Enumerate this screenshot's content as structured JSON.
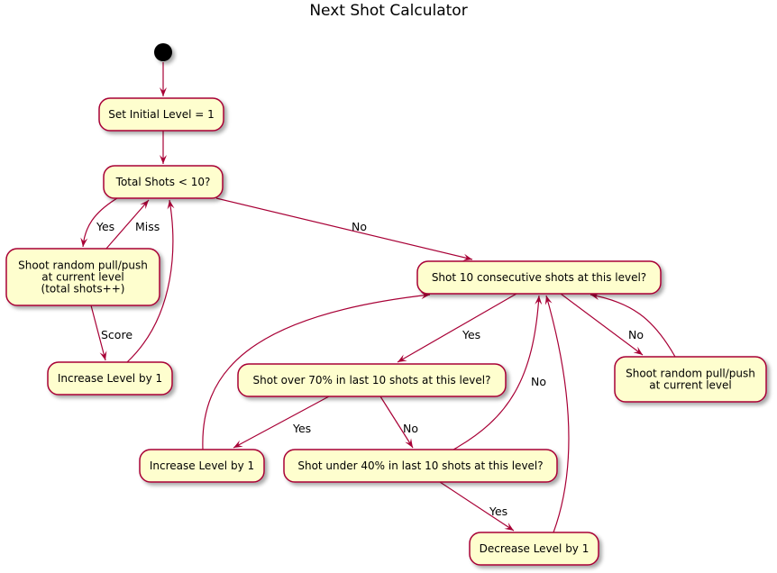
{
  "title": "Next Shot Calculator",
  "nodes": [
    {
      "id": "set_level",
      "lines": [
        "Set Initial Level = 1"
      ]
    },
    {
      "id": "total_shots",
      "lines": [
        "Total Shots < 10?"
      ]
    },
    {
      "id": "shoot_random_left",
      "lines": [
        "Shoot random pull/push",
        "at current level",
        "(total shots++)"
      ]
    },
    {
      "id": "increase_left",
      "lines": [
        "Increase Level by 1"
      ]
    },
    {
      "id": "shot_10",
      "lines": [
        "Shot 10 consecutive shots at this level?"
      ]
    },
    {
      "id": "over_70",
      "lines": [
        "Shot over 70% in last 10 shots at this level?"
      ]
    },
    {
      "id": "shoot_random_right",
      "lines": [
        "Shoot random pull/push",
        "at current level"
      ]
    },
    {
      "id": "increase_mid",
      "lines": [
        "Increase Level by 1"
      ]
    },
    {
      "id": "under_40",
      "lines": [
        "Shot under 40% in last 10 shots at this level?"
      ]
    },
    {
      "id": "decrease",
      "lines": [
        "Decrease Level by 1"
      ]
    }
  ],
  "edges": [
    {
      "from": "start",
      "to": "set_level",
      "label": ""
    },
    {
      "from": "set_level",
      "to": "total_shots",
      "label": ""
    },
    {
      "from": "total_shots",
      "to": "shoot_random_left",
      "label": "Yes"
    },
    {
      "from": "shoot_random_left",
      "to": "total_shots",
      "label": "Miss"
    },
    {
      "from": "shoot_random_left",
      "to": "increase_left",
      "label": "Score"
    },
    {
      "from": "increase_left",
      "to": "total_shots",
      "label": ""
    },
    {
      "from": "total_shots",
      "to": "shot_10",
      "label": "No"
    },
    {
      "from": "shot_10",
      "to": "over_70",
      "label": "Yes"
    },
    {
      "from": "shot_10",
      "to": "shoot_random_right",
      "label": "No"
    },
    {
      "from": "shoot_random_right",
      "to": "shot_10",
      "label": ""
    },
    {
      "from": "over_70",
      "to": "increase_mid",
      "label": "Yes"
    },
    {
      "from": "over_70",
      "to": "under_40",
      "label": "No"
    },
    {
      "from": "increase_mid",
      "to": "shot_10",
      "label": ""
    },
    {
      "from": "under_40",
      "to": "shot_10",
      "label": "No"
    },
    {
      "from": "under_40",
      "to": "decrease",
      "label": "Yes"
    },
    {
      "from": "decrease",
      "to": "shot_10",
      "label": ""
    }
  ],
  "colors": {
    "node_fill": "#FEFECE",
    "node_border": "#A80036",
    "edge": "#A80036",
    "start": "#000000"
  }
}
